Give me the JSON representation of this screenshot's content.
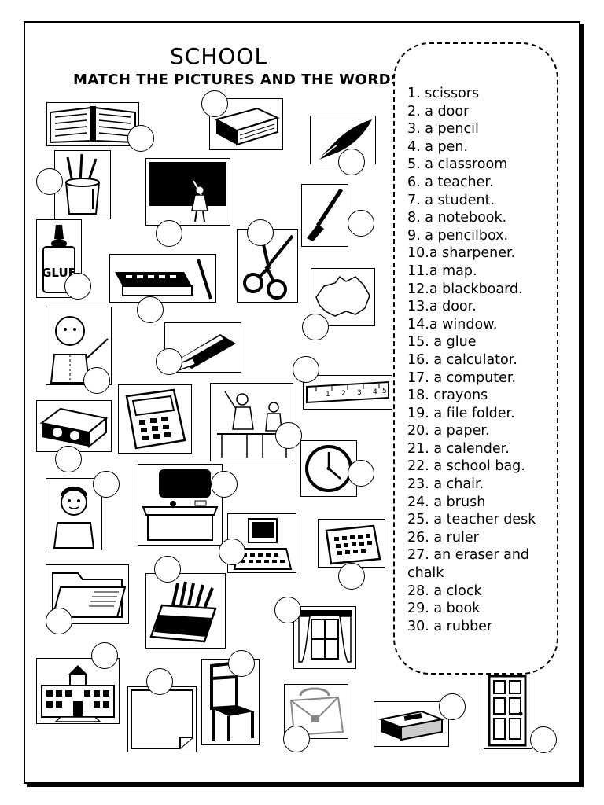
{
  "title": "SCHOOL",
  "subtitle": "MATCH THE PICTURES AND THE WORDS",
  "words": [
    "1. scissors",
    "2. a door",
    "3. a pencil",
    "4. a pen.",
    "5. a classroom",
    "6. a teacher.",
    "7. a student.",
    "8. a notebook.",
    "9. a pencilbox.",
    "10.a sharpener.",
    "11.a map.",
    "12.a blackboard.",
    "13.a door.",
    "14.a window.",
    "15. a glue",
    "16. a calculator.",
    "17. a computer.",
    "18. crayons",
    "19. a file folder.",
    "20. a paper.",
    "21.  a calender.",
    "22. a school bag.",
    "23. a chair.",
    "24. a  brush",
    "25. a teacher desk",
    "26. a ruler",
    "27. an eraser and chalk",
    "28. a clock",
    "29. a book",
    "30. a rubber"
  ],
  "pictures": [
    {
      "name": "open-book-icon"
    },
    {
      "name": "closed-book-icon"
    },
    {
      "name": "pen-icon"
    },
    {
      "name": "pencil-cup-icon"
    },
    {
      "name": "blackboard-icon"
    },
    {
      "name": "paintbrush-icon"
    },
    {
      "name": "glue-icon",
      "label": "GLUE"
    },
    {
      "name": "pencilbox-icon"
    },
    {
      "name": "scissors-icon"
    },
    {
      "name": "map-icon"
    },
    {
      "name": "teacher-icon"
    },
    {
      "name": "eraser-chalk-icon"
    },
    {
      "name": "ruler-icon",
      "ruler_numbers": [
        "1",
        "2",
        "3",
        "4",
        "5"
      ]
    },
    {
      "name": "sharpener-icon"
    },
    {
      "name": "calculator-icon"
    },
    {
      "name": "classroom-icon"
    },
    {
      "name": "clock-icon"
    },
    {
      "name": "student-icon"
    },
    {
      "name": "teacher-desk-icon"
    },
    {
      "name": "computer-icon"
    },
    {
      "name": "calendar-icon"
    },
    {
      "name": "file-folder-icon"
    },
    {
      "name": "crayons-icon"
    },
    {
      "name": "window-icon"
    },
    {
      "name": "school-building-icon"
    },
    {
      "name": "paper-icon"
    },
    {
      "name": "chair-icon"
    },
    {
      "name": "school-bag-icon"
    },
    {
      "name": "rubber-icon"
    },
    {
      "name": "door-icon"
    }
  ]
}
